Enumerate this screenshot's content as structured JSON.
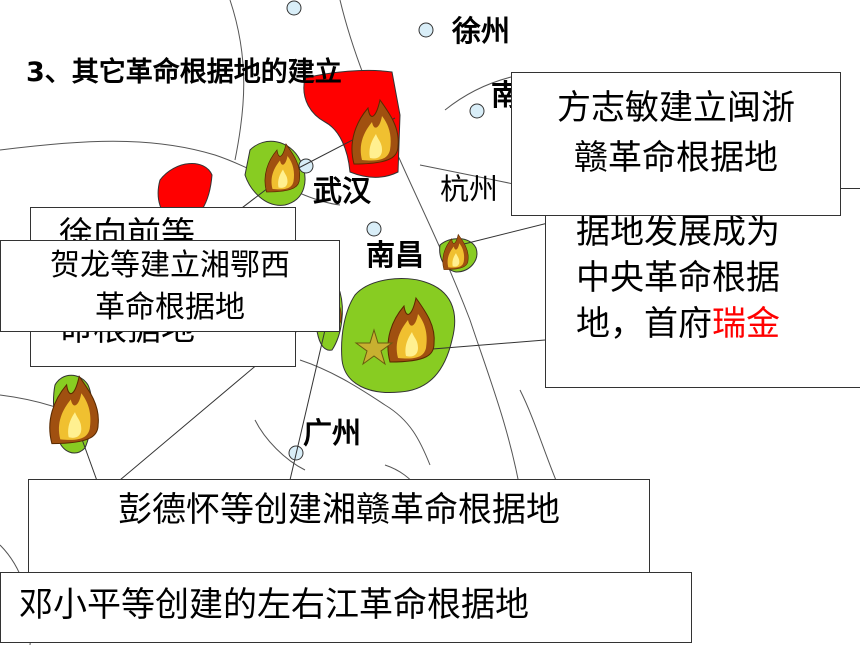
{
  "slide_title": "3、其它革命根据地的建立",
  "cities": {
    "xuzhou": "徐州",
    "nanjing_partial": "南",
    "wuhan": "武汉",
    "hangzhou": "杭州",
    "nanchang": "南昌",
    "guangzhou": "广州"
  },
  "callouts": {
    "minzhegan": [
      "方志敏建立闽浙",
      "赣革命根据地"
    ],
    "central": {
      "lines": [
        "据地发展成为",
        "中央革命根据"
      ],
      "last_prefix": "地，首府",
      "capital": "瑞金"
    },
    "eyuwan_hidden": [
      "徐向前等",
      "命根据地"
    ],
    "xiangexi": [
      "贺龙等建立湘鄂西",
      "革命根据地"
    ],
    "xianggan": "彭德怀等创建湘赣革命根据地",
    "zuoyoujiang": "邓小平等创建的左右江革命根据地"
  },
  "colors": {
    "base_area": "#88cc22",
    "enemy_area": "#ff0000",
    "city_dot": "#d9eef8",
    "capital_text": "#ff0000"
  }
}
